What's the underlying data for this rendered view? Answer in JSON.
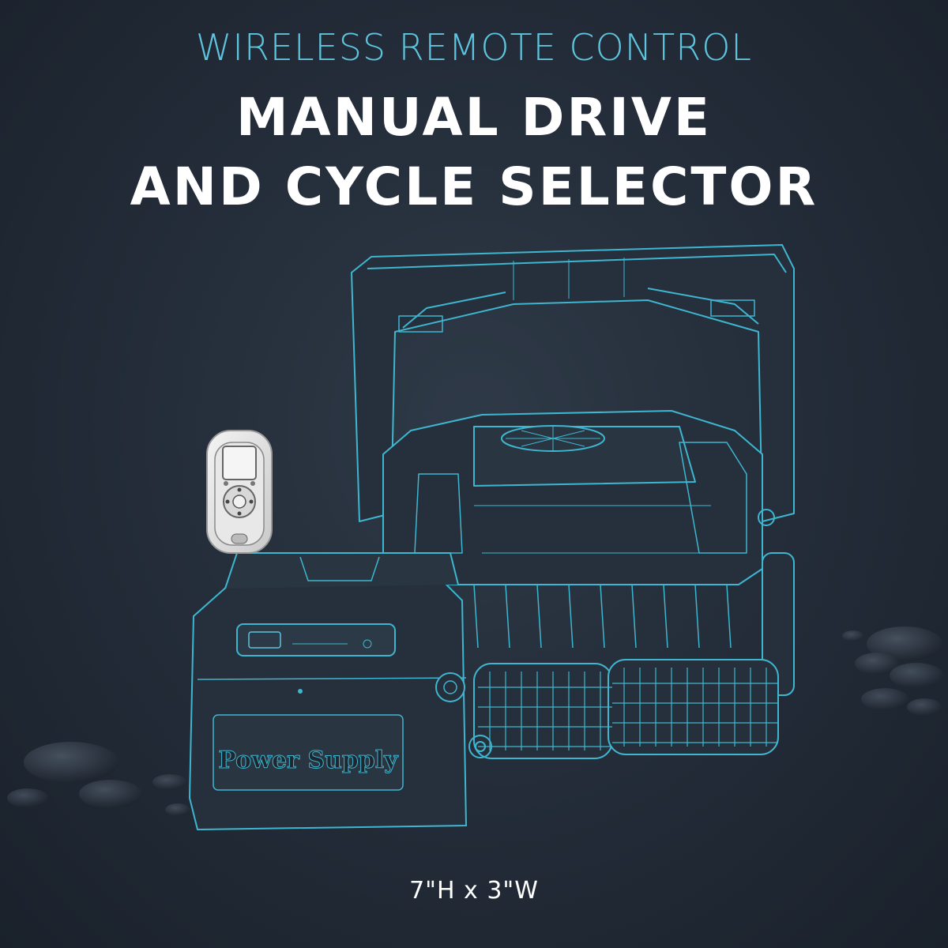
{
  "header": {
    "subtitle": "WIRELESS REMOTE CONTROL",
    "title_line1": "MANUAL DRIVE",
    "title_line2": "AND CYCLE SELECTOR"
  },
  "product": {
    "power_supply_label": "Power Supply"
  },
  "footer": {
    "dimensions": "7\"H x 3\"W"
  },
  "colors": {
    "accent": "#5ec3dc",
    "background": "#222b37",
    "wireframe": "#3fb6cf"
  },
  "icons": [
    "remote-control-icon",
    "pool-robot-icon",
    "power-supply-icon",
    "water-drops-icon"
  ]
}
